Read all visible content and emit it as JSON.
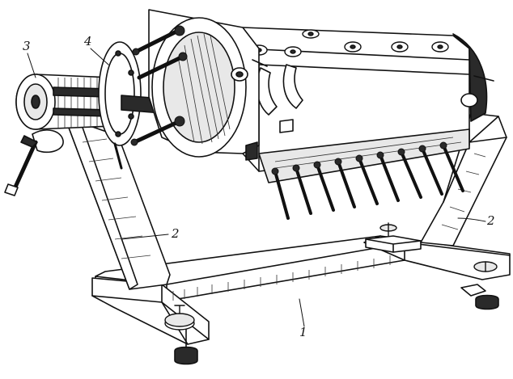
{
  "figure": {
    "callouts": [
      {
        "id": "base-frame",
        "label": "1"
      },
      {
        "id": "stand-post-left",
        "label": "2"
      },
      {
        "id": "stand-post-right",
        "label": "2"
      },
      {
        "id": "worm-gear-drive",
        "label": "3"
      },
      {
        "id": "mounting-flange",
        "label": "4"
      }
    ]
  },
  "colors": {
    "ink": "#111111",
    "paper": "#ffffff",
    "shade": "#e8e8e8"
  }
}
